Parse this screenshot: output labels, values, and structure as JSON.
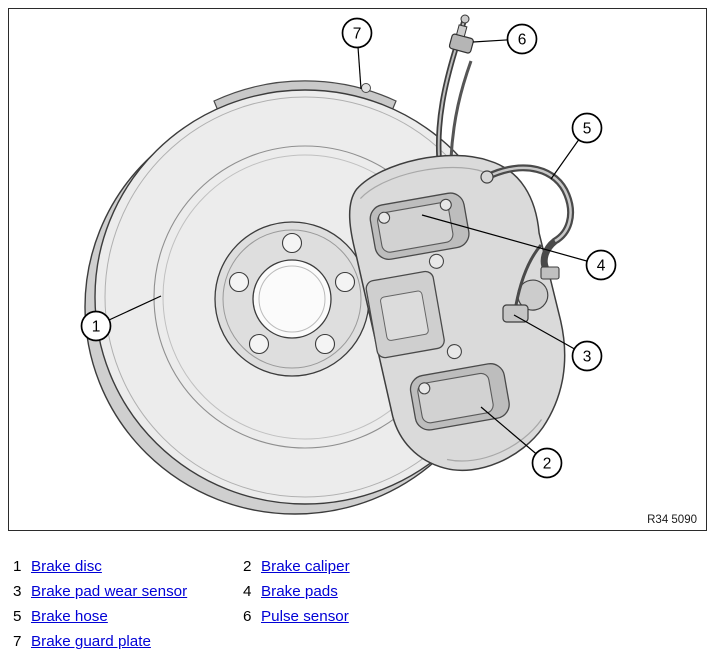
{
  "figure": {
    "ref_label": "R34 5090",
    "callouts": [
      {
        "n": "1"
      },
      {
        "n": "2"
      },
      {
        "n": "3"
      },
      {
        "n": "4"
      },
      {
        "n": "5"
      },
      {
        "n": "6"
      },
      {
        "n": "7"
      }
    ]
  },
  "legend": {
    "items": [
      {
        "num": "1",
        "label": "Brake disc"
      },
      {
        "num": "2",
        "label": "Brake caliper"
      },
      {
        "num": "3",
        "label": "Brake pad wear sensor"
      },
      {
        "num": "4",
        "label": "Brake pads"
      },
      {
        "num": "5",
        "label": "Brake hose"
      },
      {
        "num": "6",
        "label": "Pulse sensor"
      },
      {
        "num": "7",
        "label": "Brake guard plate"
      }
    ]
  },
  "colors": {
    "link": "#0101d6",
    "line_art": "#3c3c3c"
  }
}
